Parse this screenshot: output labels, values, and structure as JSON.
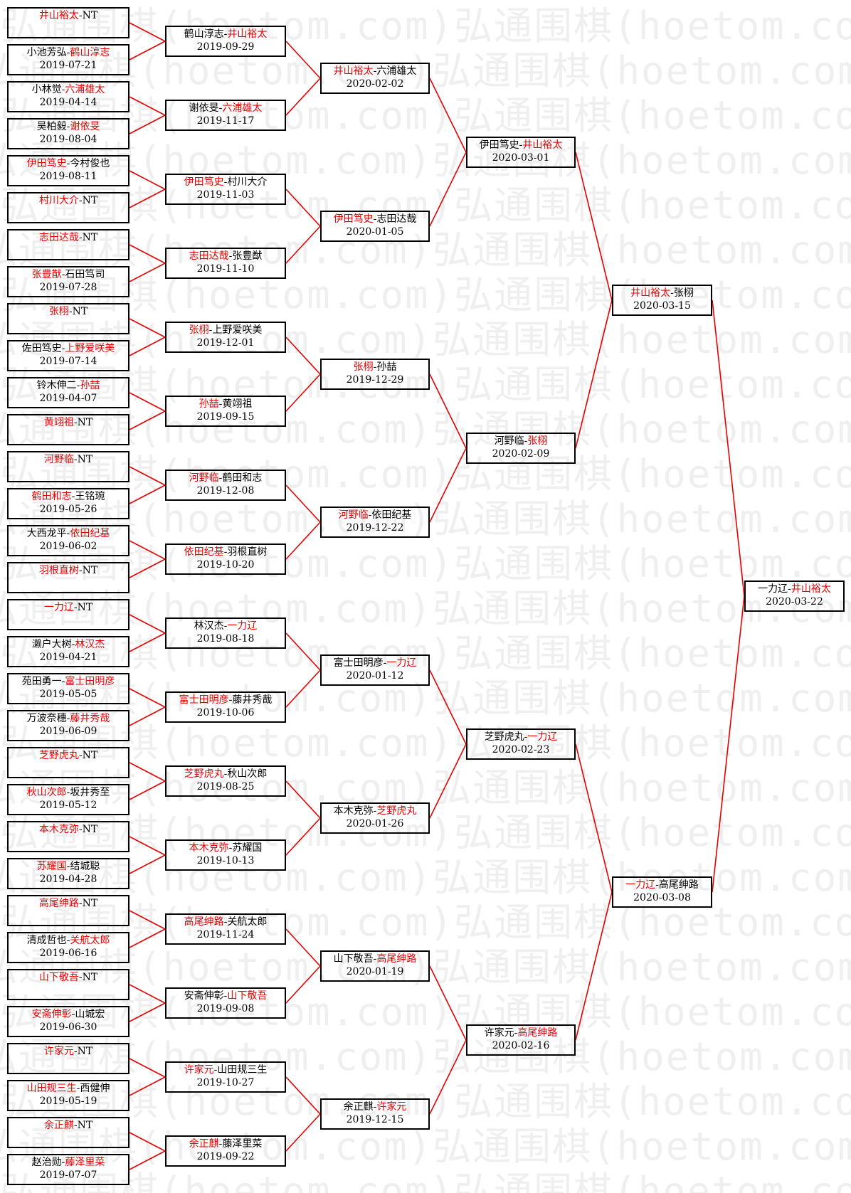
{
  "watermark": "弘通围棋(hoetom.com)",
  "colors": {
    "winner": "#e60000",
    "connector": "#e60000",
    "border": "#000000"
  },
  "rounds": [
    [
      {
        "p1": "井山裕太",
        "p2": "NT",
        "winner": 1,
        "date": ""
      },
      {
        "p1": "小池芳弘",
        "p2": "鹤山淳志",
        "winner": 2,
        "date": "2019-07-21"
      },
      {
        "p1": "小林觉",
        "p2": "六浦雄太",
        "winner": 2,
        "date": "2019-04-14"
      },
      {
        "p1": "吴柏毅",
        "p2": "谢依旻",
        "winner": 2,
        "date": "2019-08-04"
      },
      {
        "p1": "伊田笃史",
        "p2": "今村俊也",
        "winner": 1,
        "date": "2019-08-11"
      },
      {
        "p1": "村川大介",
        "p2": "NT",
        "winner": 1,
        "date": ""
      },
      {
        "p1": "志田达哉",
        "p2": "NT",
        "winner": 1,
        "date": ""
      },
      {
        "p1": "张豊猷",
        "p2": "石田笃司",
        "winner": 1,
        "date": "2019-07-28"
      },
      {
        "p1": "张栩",
        "p2": "NT",
        "winner": 1,
        "date": ""
      },
      {
        "p1": "佐田笃史",
        "p2": "上野爱咲美",
        "winner": 2,
        "date": "2019-07-14"
      },
      {
        "p1": "铃木伸二",
        "p2": "孙喆",
        "winner": 2,
        "date": "2019-04-07"
      },
      {
        "p1": "黄翊祖",
        "p2": "NT",
        "winner": 1,
        "date": ""
      },
      {
        "p1": "河野临",
        "p2": "NT",
        "winner": 1,
        "date": ""
      },
      {
        "p1": "鹤田和志",
        "p2": "王铭琬",
        "winner": 1,
        "date": "2019-05-26"
      },
      {
        "p1": "大西龙平",
        "p2": "依田纪基",
        "winner": 2,
        "date": "2019-06-02"
      },
      {
        "p1": "羽根直树",
        "p2": "NT",
        "winner": 1,
        "date": ""
      },
      {
        "p1": "一力辽",
        "p2": "NT",
        "winner": 1,
        "date": ""
      },
      {
        "p1": "濑户大树",
        "p2": "林汉杰",
        "winner": 2,
        "date": "2019-04-21"
      },
      {
        "p1": "苑田勇一",
        "p2": "富士田明彦",
        "winner": 2,
        "date": "2019-05-05"
      },
      {
        "p1": "万波奈穗",
        "p2": "藤井秀哉",
        "winner": 2,
        "date": "2019-06-09"
      },
      {
        "p1": "芝野虎丸",
        "p2": "NT",
        "winner": 1,
        "date": ""
      },
      {
        "p1": "秋山次郎",
        "p2": "坂井秀至",
        "winner": 1,
        "date": "2019-05-12"
      },
      {
        "p1": "本木克弥",
        "p2": "NT",
        "winner": 1,
        "date": ""
      },
      {
        "p1": "苏耀国",
        "p2": "结城聪",
        "winner": 1,
        "date": "2019-04-28"
      },
      {
        "p1": "高尾绅路",
        "p2": "NT",
        "winner": 1,
        "date": ""
      },
      {
        "p1": "清成哲也",
        "p2": "关航太郎",
        "winner": 2,
        "date": "2019-06-16"
      },
      {
        "p1": "山下敬吾",
        "p2": "NT",
        "winner": 1,
        "date": ""
      },
      {
        "p1": "安斋伸彰",
        "p2": "山城宏",
        "winner": 1,
        "date": "2019-06-30"
      },
      {
        "p1": "许家元",
        "p2": "NT",
        "winner": 1,
        "date": ""
      },
      {
        "p1": "山田规三生",
        "p2": "西健伸",
        "winner": 1,
        "date": "2019-05-19"
      },
      {
        "p1": "余正麒",
        "p2": "NT",
        "winner": 1,
        "date": ""
      },
      {
        "p1": "赵治勋",
        "p2": "藤泽里菜",
        "winner": 2,
        "date": "2019-07-07"
      }
    ],
    [
      {
        "p1": "鹤山淳志",
        "p2": "井山裕太",
        "winner": 2,
        "date": "2019-09-29"
      },
      {
        "p1": "谢依旻",
        "p2": "六浦雄太",
        "winner": 2,
        "date": "2019-11-17"
      },
      {
        "p1": "伊田笃史",
        "p2": "村川大介",
        "winner": 1,
        "date": "2019-11-03"
      },
      {
        "p1": "志田达哉",
        "p2": "张豊猷",
        "winner": 1,
        "date": "2019-11-10"
      },
      {
        "p1": "张栩",
        "p2": "上野爱咲美",
        "winner": 1,
        "date": "2019-12-01"
      },
      {
        "p1": "孙喆",
        "p2": "黄翊祖",
        "winner": 1,
        "date": "2019-09-15"
      },
      {
        "p1": "河野临",
        "p2": "鹤田和志",
        "winner": 1,
        "date": "2019-12-08"
      },
      {
        "p1": "依田纪基",
        "p2": "羽根直树",
        "winner": 1,
        "date": "2019-10-20"
      },
      {
        "p1": "林汉杰",
        "p2": "一力辽",
        "winner": 2,
        "date": "2019-08-18"
      },
      {
        "p1": "富士田明彦",
        "p2": "藤井秀哉",
        "winner": 1,
        "date": "2019-10-06"
      },
      {
        "p1": "芝野虎丸",
        "p2": "秋山次郎",
        "winner": 1,
        "date": "2019-08-25"
      },
      {
        "p1": "本木克弥",
        "p2": "苏耀国",
        "winner": 1,
        "date": "2019-10-13"
      },
      {
        "p1": "高尾绅路",
        "p2": "关航太郎",
        "winner": 1,
        "date": "2019-11-24"
      },
      {
        "p1": "安斋伸彰",
        "p2": "山下敬吾",
        "winner": 2,
        "date": "2019-09-08"
      },
      {
        "p1": "许家元",
        "p2": "山田规三生",
        "winner": 1,
        "date": "2019-10-27"
      },
      {
        "p1": "余正麒",
        "p2": "藤泽里菜",
        "winner": 1,
        "date": "2019-09-22"
      }
    ],
    [
      {
        "p1": "井山裕太",
        "p2": "六浦雄太",
        "winner": 1,
        "date": "2020-02-02"
      },
      {
        "p1": "伊田笃史",
        "p2": "志田达哉",
        "winner": 1,
        "date": "2020-01-05"
      },
      {
        "p1": "张栩",
        "p2": "孙喆",
        "winner": 1,
        "date": "2019-12-29"
      },
      {
        "p1": "河野临",
        "p2": "依田纪基",
        "winner": 1,
        "date": "2019-12-22"
      },
      {
        "p1": "富士田明彦",
        "p2": "一力辽",
        "winner": 2,
        "date": "2020-01-12"
      },
      {
        "p1": "本木克弥",
        "p2": "芝野虎丸",
        "winner": 2,
        "date": "2020-01-26"
      },
      {
        "p1": "山下敬吾",
        "p2": "高尾绅路",
        "winner": 2,
        "date": "2020-01-19"
      },
      {
        "p1": "余正麒",
        "p2": "许家元",
        "winner": 2,
        "date": "2019-12-15"
      }
    ],
    [
      {
        "p1": "伊田笃史",
        "p2": "井山裕太",
        "winner": 2,
        "date": "2020-03-01"
      },
      {
        "p1": "河野临",
        "p2": "张栩",
        "winner": 2,
        "date": "2020-02-09"
      },
      {
        "p1": "芝野虎丸",
        "p2": "一力辽",
        "winner": 2,
        "date": "2020-02-23"
      },
      {
        "p1": "许家元",
        "p2": "高尾绅路",
        "winner": 2,
        "date": "2020-02-16"
      }
    ],
    [
      {
        "p1": "井山裕太",
        "p2": "张栩",
        "winner": 1,
        "date": "2020-03-15"
      },
      {
        "p1": "一力辽",
        "p2": "高尾绅路",
        "winner": 1,
        "date": "2020-03-08"
      }
    ],
    [
      {
        "p1": "一力辽",
        "p2": "井山裕太",
        "winner": 2,
        "date": "2020-03-22"
      }
    ]
  ]
}
